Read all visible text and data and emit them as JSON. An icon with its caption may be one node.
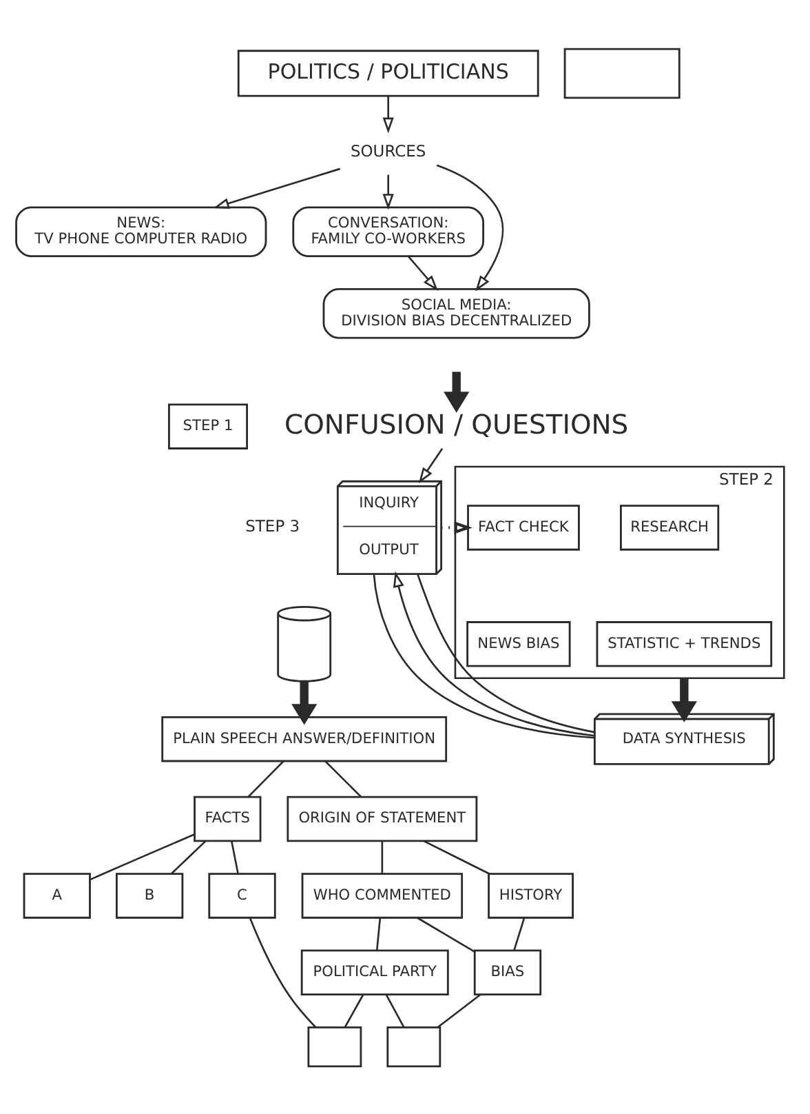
{
  "diagram": {
    "nodes": [
      {
        "text": [],
        "shape": "box"
      },
      {
        "text": [
          "POLITICS / POLITICIANS"
        ]
      },
      {
        "text": [
          "SOURCES"
        ]
      },
      {
        "text": [
          "NEWS:",
          "TV PHONE COMPUTER RADIO"
        ]
      },
      {
        "text": [
          "CONVERSATION:",
          "FAMILY CO-WORKERS"
        ]
      },
      {
        "text": [
          "SOCIAL MEDIA:",
          "DIVISION BIAS DECENTRALIZED"
        ]
      },
      {
        "text": [
          "STEP 1"
        ]
      },
      {
        "text": [
          "CONFUSION / QUESTIONS"
        ]
      },
      {
        "text": [
          "INQUIRY",
          "OUTPUT"
        ],
        "beside": [
          "STEP 3"
        ]
      },
      {
        "text": [
          "STEP 2"
        ]
      },
      {
        "text": [
          "FACT CHECK"
        ],
        "in": 9
      },
      {
        "text": [
          "RESEARCH"
        ],
        "in": 9
      },
      {
        "text": [
          "NEWS BIAS"
        ],
        "in": 9
      },
      {
        "text": [
          "STATISTIC + TRENDS"
        ],
        "in": 9
      },
      {
        "text": [
          "DATA SYNTHESIS"
        ]
      },
      {
        "text": [],
        "shape": "cylinder"
      },
      {
        "text": [
          "PLAIN SPEECH ANSWER/DEFINITION"
        ]
      },
      {
        "text": [
          "ORIGIN OF STATEMENT"
        ]
      },
      {
        "text": [
          "FACTS"
        ]
      },
      {
        "text": [
          "WHO COMMENTED"
        ]
      },
      {
        "text": [
          "HISTORY"
        ]
      },
      {
        "text": [
          "A"
        ]
      },
      {
        "text": [
          "B"
        ]
      },
      {
        "text": [
          "C"
        ]
      },
      {
        "text": [
          "POLITICAL PARTY"
        ]
      },
      {
        "text": [
          "BIAS"
        ]
      },
      {
        "text": [],
        "shape": "box"
      },
      {
        "text": [],
        "shape": "box"
      }
    ],
    "edges": [
      {
        "from": 1,
        "to": 2,
        "arrow": "to"
      },
      {
        "from": 2,
        "to": 3,
        "arrow": "to"
      },
      {
        "from": 2,
        "to": 4,
        "arrow": "to"
      },
      {
        "from": 2,
        "to": 5,
        "arrow": "to"
      },
      {
        "from": 4,
        "to": 5,
        "arrow": "to"
      },
      {
        "from": null,
        "to": 7,
        "arrow": "to",
        "style": "thick"
      },
      {
        "from": 7,
        "to": 8,
        "arrow": "to"
      },
      {
        "from": 8,
        "to": 10,
        "arrow": "to",
        "style": "dashed"
      },
      {
        "from": 9,
        "to": 14,
        "arrow": "to",
        "style": "thick"
      },
      {
        "from": 14,
        "to": 8,
        "arrow": "to"
      },
      {
        "from": 8,
        "to": 14,
        "arrow": "none"
      },
      {
        "from": 8,
        "to": 14,
        "arrow": "none"
      },
      {
        "from": 15,
        "to": 16,
        "arrow": "to",
        "style": "thick"
      },
      {
        "from": 16,
        "to": 18,
        "arrow": "none"
      },
      {
        "from": 16,
        "to": 17,
        "arrow": "none"
      },
      {
        "from": 17,
        "to": 19,
        "arrow": "none"
      },
      {
        "from": 17,
        "to": 20,
        "arrow": "none"
      },
      {
        "from": 18,
        "to": 21,
        "arrow": "none"
      },
      {
        "from": 18,
        "to": 22,
        "arrow": "none"
      },
      {
        "from": 18,
        "to": 23,
        "arrow": "none"
      },
      {
        "from": 19,
        "to": 24,
        "arrow": "none"
      },
      {
        "from": 19,
        "to": 25,
        "arrow": "none"
      },
      {
        "from": 20,
        "to": 25,
        "arrow": "none"
      },
      {
        "from": 23,
        "to": 26,
        "arrow": "none"
      },
      {
        "from": 24,
        "to": 26,
        "arrow": "none"
      },
      {
        "from": 24,
        "to": 27,
        "arrow": "none"
      },
      {
        "from": 25,
        "to": 27,
        "arrow": "none"
      }
    ]
  }
}
